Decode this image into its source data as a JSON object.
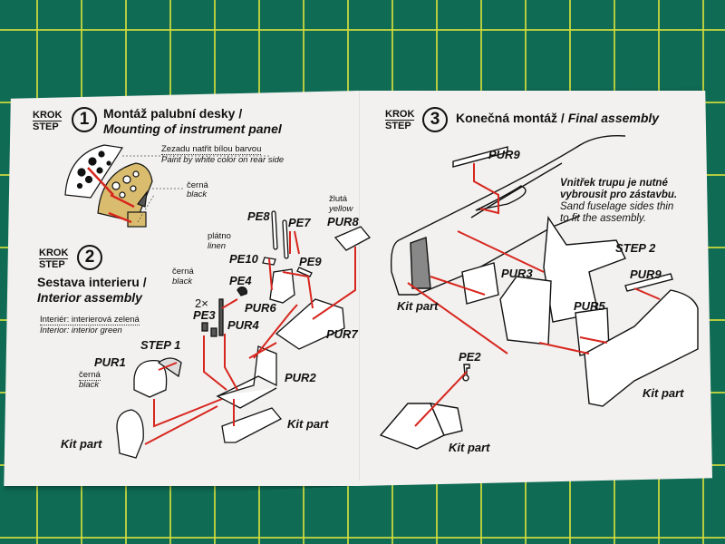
{
  "background": {
    "mat_color": "#0f6b54",
    "grid_color": "#d2dc3c",
    "paper_color": "#f2f1ef",
    "arrow_color": "#d7261e"
  },
  "step1": {
    "krok": "KROK",
    "step": "STEP",
    "number": "1",
    "title_cz": "Montáž palubní desky /",
    "title_en": "Mounting of instrument panel",
    "note_cz": "Zezadu natřit bílou barvou",
    "note_en": "Paint by white color on rear side",
    "color_cz": "černá",
    "color_en": "black"
  },
  "step2": {
    "krok": "KROK",
    "step": "STEP",
    "number": "2",
    "title_cz": "Sestava interieru /",
    "title_en": "Interior assembly",
    "note_cz": "Interiér: interierová zelená",
    "note_en": "Interior: interior green",
    "parts": {
      "pe8": "PE8",
      "pe7": "PE7",
      "pe10": "PE10",
      "pe9": "PE9",
      "pur8": "PUR8",
      "pe4": "PE4",
      "pe3": "PE3",
      "pe3_qty": "2×",
      "pur4": "PUR4",
      "pur6": "PUR6",
      "pur7": "PUR7",
      "pur2": "PUR2",
      "pur1": "PUR1",
      "step1_ref": "STEP 1",
      "kit_part_1": "Kit part",
      "kit_part_2": "Kit part"
    },
    "linen_cz": "plátno",
    "linen_en": "linen",
    "black_cz": "černá",
    "black_en": "black",
    "yellow_cz": "žlutá",
    "yellow_en": "yellow",
    "pur1_color_cz": "černá",
    "pur1_color_en": "black"
  },
  "step3": {
    "krok": "KROK",
    "step": "STEP",
    "number": "3",
    "title_cz": "Konečná montáž /",
    "title_en": "Final assembly",
    "note_cz_1": "Vnitřek trupu je nutné",
    "note_cz_2": "vybrousit pro zástavbu.",
    "note_en_1": "Sand fuselage sides thin",
    "note_en_2": "to fit the assembly.",
    "parts": {
      "pur9_top": "PUR9",
      "pur3": "PUR3",
      "step2_ref": "STEP 2",
      "pur9_right": "PUR9",
      "pur5": "PUR5",
      "kit_part_left": "Kit part",
      "kit_part_right": "Kit part",
      "pe2": "PE2",
      "kit_part_bottom": "Kit part"
    }
  }
}
